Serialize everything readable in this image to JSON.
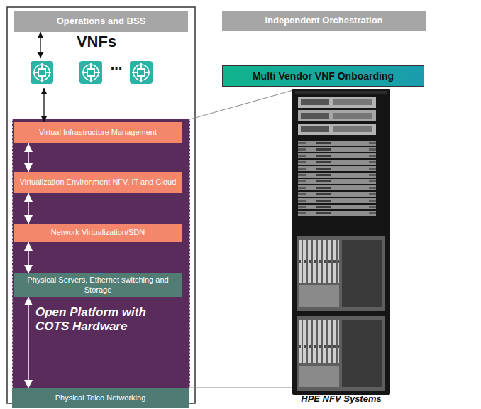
{
  "diagram": {
    "nodes": [
      {
        "text": [
          "Operations and BSS"
        ]
      },
      {
        "text": [
          "VNFs"
        ]
      },
      {
        "text": [
          "Open Platform with COTS Hardware"
        ]
      },
      {
        "text": [
          "Virtual Infrastructure Management"
        ],
        "in": 2
      },
      {
        "text": [
          "Virtualization Environment NFV, IT and Cloud"
        ],
        "in": 2
      },
      {
        "text": [
          "Network Virtualization/SDN"
        ],
        "in": 2
      },
      {
        "text": [
          "Physical Servers, Ethernet switching and Storage"
        ],
        "in": 2
      },
      {
        "text": [
          "Physical Telco Networking"
        ]
      },
      {
        "text": [
          "Independent Orchestration"
        ]
      },
      {
        "text": [
          "Multi Vendor VNF Onboarding"
        ]
      }
    ],
    "edges": [
      {
        "from": 0,
        "to": 1,
        "arrow": "both"
      },
      {
        "from": 1,
        "to": 3,
        "arrow": "both"
      },
      {
        "from": 3,
        "to": 4,
        "arrow": "both"
      },
      {
        "from": 4,
        "to": 5,
        "arrow": "both"
      },
      {
        "from": 5,
        "to": 6,
        "arrow": "both"
      },
      {
        "from": 6,
        "to": 7,
        "arrow": "both"
      }
    ],
    "labels": [
      "...",
      "HPE NFV Systems"
    ]
  }
}
